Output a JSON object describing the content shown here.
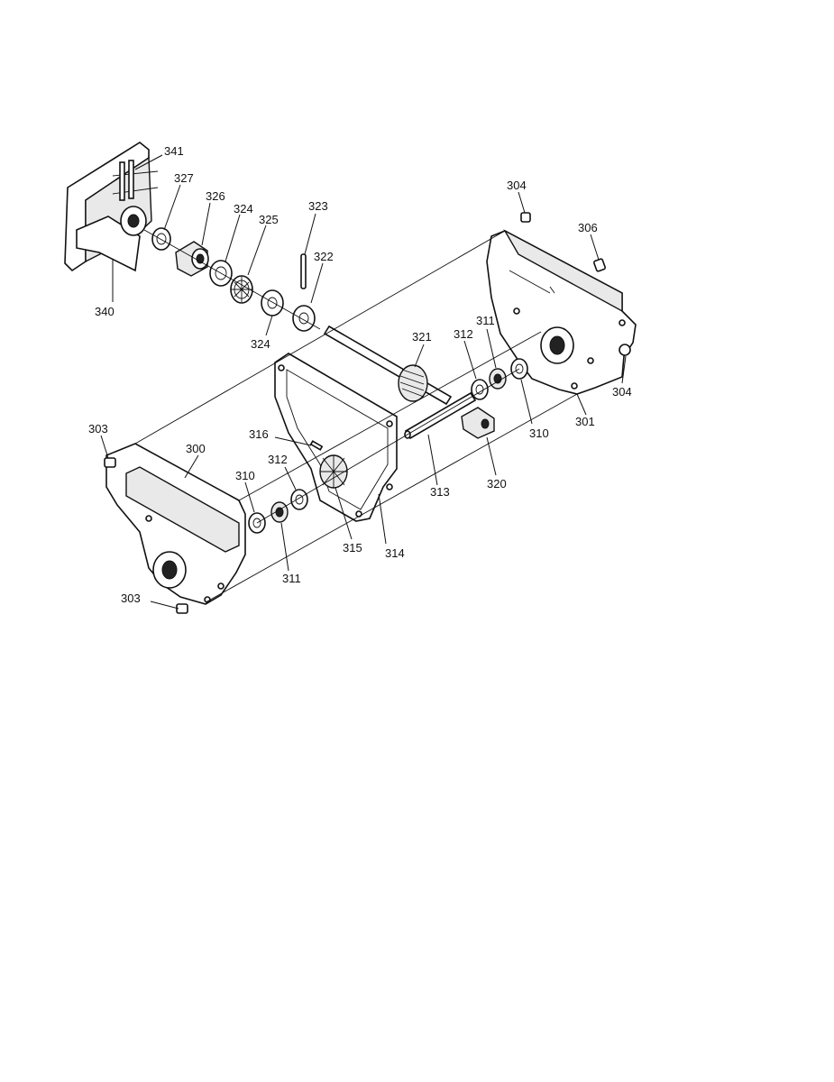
{
  "callouts": {
    "p341": "341",
    "p327": "327",
    "p326": "326",
    "p324a": "324",
    "p325": "325",
    "p323": "323",
    "p322": "322",
    "p340": "340",
    "p324b": "324",
    "p304a": "304",
    "p306": "306",
    "p311a": "311",
    "p312a": "312",
    "p321": "321",
    "p304b": "304",
    "p301": "301",
    "p310a": "310",
    "p303a": "303",
    "p300": "300",
    "p316": "316",
    "p310b": "310",
    "p312b": "312",
    "p313": "313",
    "p320": "320",
    "p315": "315",
    "p314": "314",
    "p311b": "311",
    "p303b": "303"
  }
}
